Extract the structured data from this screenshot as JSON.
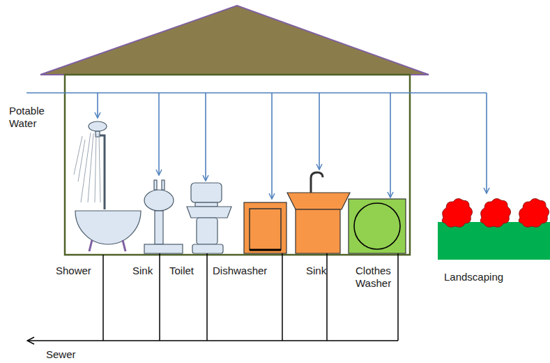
{
  "diagram": {
    "labels": [
      "Potable Water",
      "Shower",
      "Sink",
      "Toilet",
      "Dishwasher",
      "Sink",
      "Clothes Washer",
      "Landscaping",
      "Sewer"
    ]
  }
}
